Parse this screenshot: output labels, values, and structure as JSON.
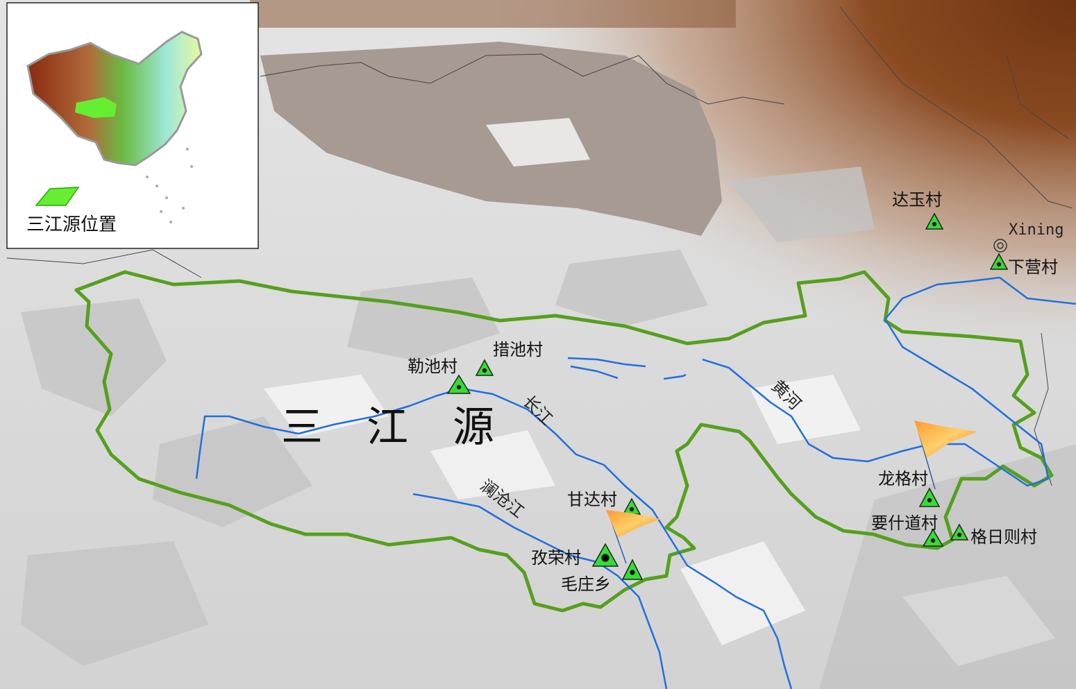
{
  "inset": {
    "legend_label": "三江源位置",
    "colors": {
      "region": "#66ee33",
      "region_edge": "#22aa00"
    }
  },
  "region_label": [
    "三",
    "江",
    "源"
  ],
  "rivers": {
    "changjiang": "长江",
    "huanghe": "黄河",
    "lancangjiang": "澜沧江"
  },
  "cities": {
    "xining": "Xining"
  },
  "villages": [
    {
      "id": "dayu",
      "name": "达玉村"
    },
    {
      "id": "xiaying",
      "name": "下营村"
    },
    {
      "id": "cuochi",
      "name": "措池村"
    },
    {
      "id": "lechi",
      "name": "勒池村"
    },
    {
      "id": "longge",
      "name": "龙格村"
    },
    {
      "id": "yaoshidao",
      "name": "要什道村"
    },
    {
      "id": "geri",
      "name": "格日则村"
    },
    {
      "id": "ganda",
      "name": "甘达村"
    },
    {
      "id": "zirong",
      "name": "孜荣村"
    },
    {
      "id": "maozhuang",
      "name": "毛庄乡"
    }
  ],
  "colors": {
    "boundary": "#55a01e",
    "river": "#1f6fe0",
    "marker_fill": "#33dd33",
    "terrain_high": "#7a3e1a",
    "basin": "#a69a92"
  }
}
